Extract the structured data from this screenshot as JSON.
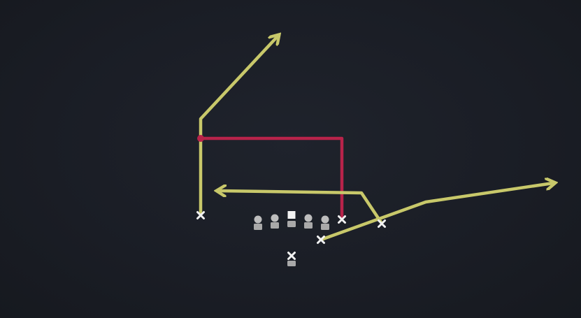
{
  "diagram": {
    "background": "#1b1e26",
    "colors": {
      "primary_route": "#c8c86a",
      "highlight_route": "#b8234a",
      "player_marker": "#f2f2f2",
      "lineman": "#bdbdbd"
    },
    "routes": [
      {
        "id": "left-receiver-route",
        "color_role": "primary_route",
        "arrow": true,
        "kind": "vertical-then-post"
      },
      {
        "id": "center-receiver-route",
        "color_role": "highlight_route",
        "arrow": false,
        "kind": "vertical-then-in"
      },
      {
        "id": "slot-receiver-route",
        "color_role": "primary_route",
        "arrow": true,
        "kind": "drag"
      },
      {
        "id": "back-route",
        "color_role": "primary_route",
        "arrow": true,
        "kind": "flat-out"
      }
    ],
    "players": [
      {
        "id": "left-receiver",
        "marker": "x"
      },
      {
        "id": "center-receiver",
        "marker": "x"
      },
      {
        "id": "slot-receiver",
        "marker": "x"
      },
      {
        "id": "running-back",
        "marker": "x"
      },
      {
        "id": "quarterback",
        "marker": "x"
      },
      {
        "id": "center",
        "marker": "square"
      },
      {
        "id": "left-tackle",
        "marker": "lineman"
      },
      {
        "id": "left-guard",
        "marker": "lineman"
      },
      {
        "id": "right-guard",
        "marker": "lineman"
      },
      {
        "id": "right-tackle",
        "marker": "lineman"
      }
    ]
  }
}
